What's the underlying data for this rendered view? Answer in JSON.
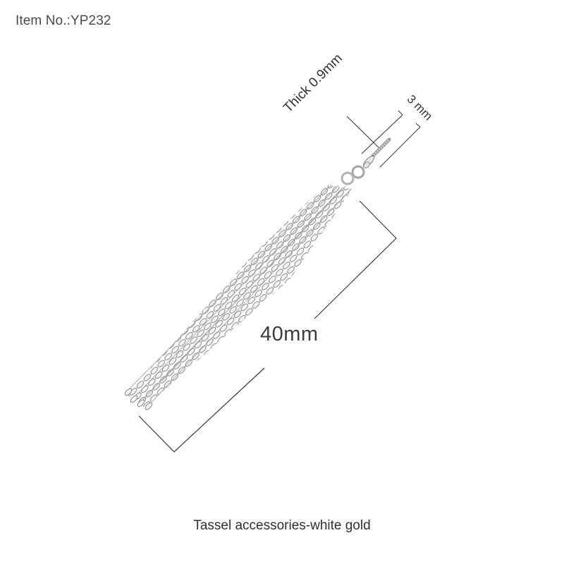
{
  "header": {
    "item_number": "Item No.:YP232"
  },
  "product": {
    "caption": "Tassel accessories-white gold",
    "material_color": "#c9c9c9"
  },
  "dimensions": {
    "length_label": "40mm",
    "thickness_label": "Thick 0.9mm",
    "pin_length_label": "3 mm"
  },
  "colors": {
    "background": "#ffffff",
    "text": "#333333",
    "dimension_line": "#3a3a3a",
    "chain_outline": "#8e8e8e",
    "chain_fill": "#f1f1f1"
  }
}
